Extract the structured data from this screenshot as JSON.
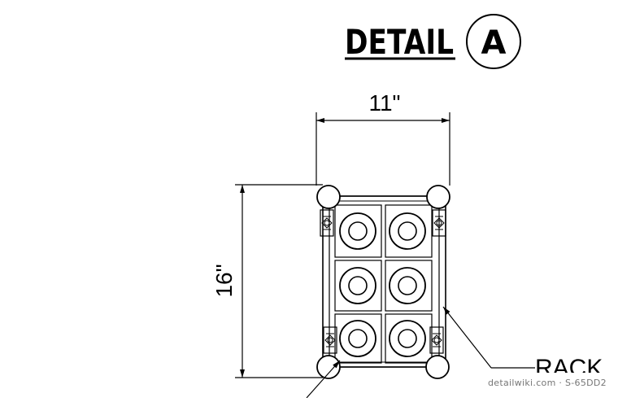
{
  "title": {
    "label": "DETAIL",
    "marker": "A"
  },
  "dimensions": {
    "width": "11\"",
    "height": "16\""
  },
  "labels": {
    "rack": "RACK"
  },
  "watermark": "detailwiki.com · S-65DD2"
}
